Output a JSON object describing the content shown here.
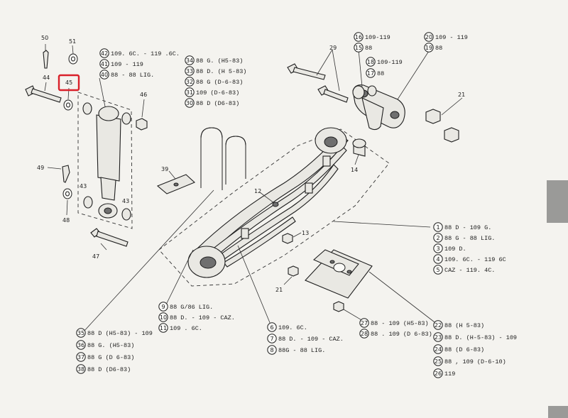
{
  "part_numbers": {
    "n50": "50",
    "n51": "51",
    "n44": "44",
    "n45": "45",
    "n46": "46",
    "n49": "49",
    "n43a": "43",
    "n43b": "43",
    "n48": "48",
    "n47": "47",
    "n39": "39",
    "n12": "12",
    "n13": "13",
    "n14": "14",
    "n21a": "21",
    "n21b": "21",
    "n29": "29"
  },
  "shock_callouts": [
    {
      "n": "42",
      "text": "109. 6C. - 119 .6C."
    },
    {
      "n": "41",
      "text": "109 - 119"
    },
    {
      "n": "40",
      "text": "88 - 88  LIG."
    }
  ],
  "ubolt_callouts": [
    {
      "n": "34",
      "text": "88 G. (H5-83)"
    },
    {
      "n": "33",
      "text": "88 D. (H 5-83)"
    },
    {
      "n": "32",
      "text": "88 G (D-6-83)"
    },
    {
      "n": "31",
      "text": "109   (D-6-83)"
    },
    {
      "n": "30",
      "text": "88 D (D6-83)"
    }
  ],
  "shackle_callouts": [
    {
      "n": "16",
      "text": "109-119"
    },
    {
      "n": "15",
      "text": "88"
    },
    {
      "n": "18",
      "text": "109-119"
    },
    {
      "n": "17",
      "text": "88"
    },
    {
      "n": "20",
      "text": "109 - 119"
    },
    {
      "n": "19",
      "text": "88"
    }
  ],
  "spring_callouts": [
    {
      "n": "1",
      "text": "88 D - 109 G."
    },
    {
      "n": "2",
      "text": "88 G - 88 LIG."
    },
    {
      "n": "3",
      "text": "109 D."
    },
    {
      "n": "4",
      "text": "109. 6C. - 119  6C"
    },
    {
      "n": "5",
      "text": "CAZ - 119. 4C."
    }
  ],
  "eye_callouts": [
    {
      "n": "9",
      "text": "88 G/86  LIG."
    },
    {
      "n": "10",
      "text": "88 D. - 109 - CAZ."
    },
    {
      "n": "11",
      "text": "109 . 6C."
    }
  ],
  "bushing_callouts": [
    {
      "n": "6",
      "text": "109. 6C."
    },
    {
      "n": "7",
      "text": "88 D. - 109 - CAZ."
    },
    {
      "n": "8",
      "text": "88G - 88 LIG."
    }
  ],
  "bolt_callouts": [
    {
      "n": "35",
      "text": "88 D (H5-83) - 109"
    },
    {
      "n": "36",
      "text": "88 G. (H5-83)"
    },
    {
      "n": "37",
      "text": "88 G (D 6-83)"
    },
    {
      "n": "38",
      "text": "88 D (D6-83)"
    }
  ],
  "nut_callouts": [
    {
      "n": "27",
      "text": "88 - 109 (H5-83)"
    },
    {
      "n": "28",
      "text": "88 . 109 (D 6-83)"
    }
  ],
  "plate_callouts": [
    {
      "n": "22",
      "text": "88 (H 5-83)"
    },
    {
      "n": "23",
      "text": "88 D. (H-5-83) - 109"
    },
    {
      "n": "24",
      "text": "88 (D 6-83)"
    },
    {
      "n": "25",
      "text": "88 , 109 (D-6-10)"
    },
    {
      "n": "26",
      "text": "119"
    }
  ],
  "highlight": {
    "target": "45",
    "color": "#d9202a"
  }
}
